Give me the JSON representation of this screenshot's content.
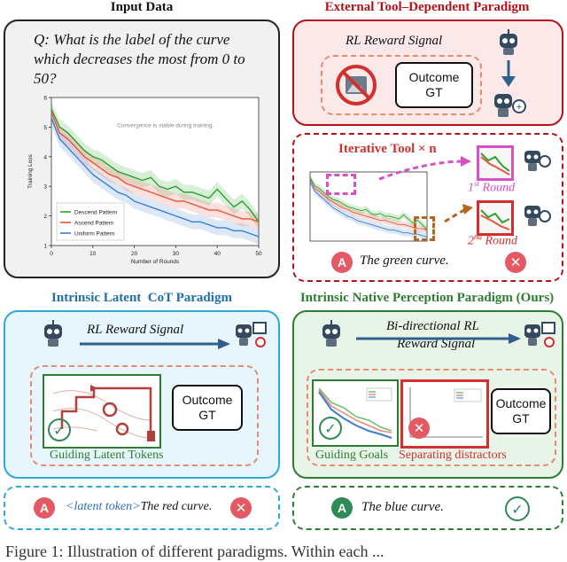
{
  "panels": {
    "input": {
      "title": "Input Data",
      "question": "Q: What is the label of the curve which decreases the most from 0 to 50?"
    },
    "external": {
      "title": "External Tool–Dependent Paradigm",
      "reward_label": "RL Reward Signal",
      "outcome_gt": "Outcome GT",
      "iterative_label": "Iterative Tool × n",
      "round1_base": "1",
      "round1_sup": "st",
      "round1_rest": " Round",
      "round2_base": "2",
      "round2_sup": "nd",
      "round2_rest": " Round",
      "answer_letter": "A",
      "answer": "The green curve."
    },
    "latent": {
      "title": "Intrinsic Latent  CoT Paradigm",
      "reward_label": "RL Reward Signal",
      "outcome_gt": "Outcome GT",
      "guiding": "Guiding Latent Tokens",
      "answer_letter": "A",
      "latent_token": "<latent token>",
      "answer": "The red curve."
    },
    "native": {
      "title": "Intrinsic Native Perception Paradigm (Ours)",
      "reward_label_1": "Bi-directional RL",
      "reward_label_2": "Reward Signal",
      "outcome_gt": "Outcome GT",
      "guiding_goals": "Guiding Goals",
      "separating": "Separating distractors",
      "answer_letter": "A",
      "answer": "The blue curve."
    }
  },
  "caption_fragment": "Figure 1: Illustration of different paradigms. Within each ...",
  "chart_data": {
    "type": "line",
    "annotation": "Convergence is stable during training.",
    "xlabel": "Number of Rounds",
    "ylabel": "Training Loss",
    "xlim": [
      0,
      50
    ],
    "ylim": [
      1,
      6
    ],
    "xticks": [
      0,
      10,
      20,
      30,
      40,
      50
    ],
    "yticks": [
      1,
      2,
      3,
      4,
      5,
      6
    ],
    "legend_position": "lower-left",
    "x": [
      0,
      2,
      4,
      6,
      8,
      10,
      12,
      14,
      16,
      18,
      20,
      22,
      24,
      26,
      28,
      30,
      32,
      34,
      36,
      38,
      40,
      42,
      44,
      46,
      48,
      50
    ],
    "series": [
      {
        "name": "Descend Pattern",
        "color": "#2ca02c",
        "values": [
          5.6,
          5.0,
          4.8,
          4.5,
          4.2,
          4.0,
          3.9,
          3.7,
          3.5,
          3.4,
          3.3,
          3.2,
          3.3,
          3.0,
          2.9,
          3.0,
          2.8,
          2.8,
          2.7,
          2.6,
          2.9,
          2.6,
          2.3,
          2.5,
          2.2,
          1.8
        ]
      },
      {
        "name": "Ascend Pattern",
        "color": "#e8553c",
        "values": [
          5.5,
          4.8,
          4.6,
          4.3,
          4.0,
          3.8,
          3.6,
          3.4,
          3.3,
          3.1,
          3.0,
          2.9,
          2.8,
          2.7,
          2.6,
          2.5,
          2.5,
          2.4,
          2.3,
          2.2,
          2.2,
          2.1,
          2.0,
          1.9,
          1.9,
          1.8
        ]
      },
      {
        "name": "Uniform Pattern",
        "color": "#3b7dd8",
        "values": [
          5.3,
          4.6,
          4.3,
          4.0,
          3.7,
          3.4,
          3.2,
          3.0,
          2.8,
          2.7,
          2.5,
          2.4,
          2.3,
          2.2,
          2.1,
          2.0,
          1.9,
          1.8,
          1.8,
          1.7,
          1.6,
          1.6,
          1.5,
          1.5,
          1.4,
          1.3
        ]
      }
    ]
  },
  "colors": {
    "red": "#b5121b",
    "red_light": "#fbe9e9",
    "blue": "#2fa9d6",
    "blue_light": "#e6f6fc",
    "green": "#2e7d32",
    "green_light": "#e9f4e8",
    "grey": "#f1f1f1",
    "answer_badge_red": "#e45a64",
    "answer_badge_green": "#2e8b57"
  }
}
